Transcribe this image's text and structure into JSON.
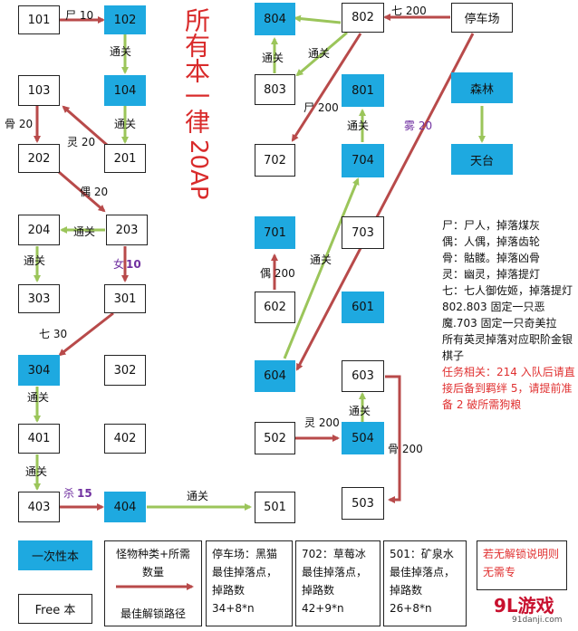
{
  "title": "所有本一律",
  "title_ap": "20AP",
  "nodes": {
    "n101": "101",
    "n102": "102",
    "n103": "103",
    "n104": "104",
    "n202": "202",
    "n201": "201",
    "n204": "204",
    "n203": "203",
    "n303": "303",
    "n301": "301",
    "n304": "304",
    "n302": "302",
    "n401": "401",
    "n402": "402",
    "n403": "403",
    "n404": "404",
    "n804": "804",
    "n802": "802",
    "parking": "停车场",
    "n803": "803",
    "n801": "801",
    "forest": "森林",
    "n702": "702",
    "n704": "704",
    "tiantai": "天台",
    "n701": "701",
    "n703": "703",
    "n602": "602",
    "n601": "601",
    "n604": "604",
    "n603": "603",
    "n502": "502",
    "n504": "504",
    "n501": "501",
    "n503": "503"
  },
  "edges": {
    "e101_102": "尸 10",
    "e102_104": "通关",
    "e104_201": "通关",
    "e201_103": "灵 20",
    "e103_202": "骨 20",
    "e202_203": "偶 20",
    "e203_204": "通关",
    "e204_303": "通关",
    "e203_301": "女",
    "e203_301_num": "10",
    "e301_304": "七 30",
    "e304_401": "通关",
    "e401_403": "通关",
    "e403_404": "杀",
    "e403_404_num": "15",
    "e404_501": "通关",
    "e802_804": "通关",
    "e802_803": "通关",
    "e802_702": "尸 200",
    "e704_801": "通关",
    "parking_802": "七 200",
    "parking_604": "雾 20",
    "forest_tiantai": "",
    "e602_701": "偶 200",
    "e604_704": "通关",
    "e502_504": "灵 200",
    "e504_603": "通关",
    "e603_503": "骨 200"
  },
  "legend": {
    "l1": "尸：尸人，掉落煤灰",
    "l2": "偶：人偶，掉落齿轮",
    "l3": "骨：骷髅。掉落凶骨",
    "l4": "灵：幽灵，掉落提灯",
    "l5": "七：七人御佐姬，掉落提灯",
    "l6": "802.803 固定一只恶魔.703 固定一只奇美拉",
    "l7": "所有英灵掉落对应职阶金银棋子",
    "l8": "任务相关：214 入队后请直接后备到羁绊 5，请提前准备 2 破所需狗粮"
  },
  "bottom": {
    "once_label": "一次性本",
    "free_label": "Free 本",
    "monster_label": "怪物种类+所需数量",
    "best_path_label": "最佳解锁路径",
    "parking_drop": "停车场：黑猫最佳掉落点，掉路数34+8*n",
    "d702_drop": "702：草莓冰最佳掉落点，掉路数42+9*n",
    "d501_drop": "501：矿泉水最佳掉落点，掉路数26+8*n",
    "unlock_note": "若无解锁说明则无需专"
  },
  "watermark": "9L游戏",
  "watermark_sub": "91danji.com",
  "colors": {
    "blue_fill": "#1ea9e0",
    "arrow_red": "#b84a4a",
    "arrow_green": "#9bc55a",
    "title_red": "#d92b2b",
    "label_purple": "#7030a0",
    "note_red": "#e03030"
  }
}
